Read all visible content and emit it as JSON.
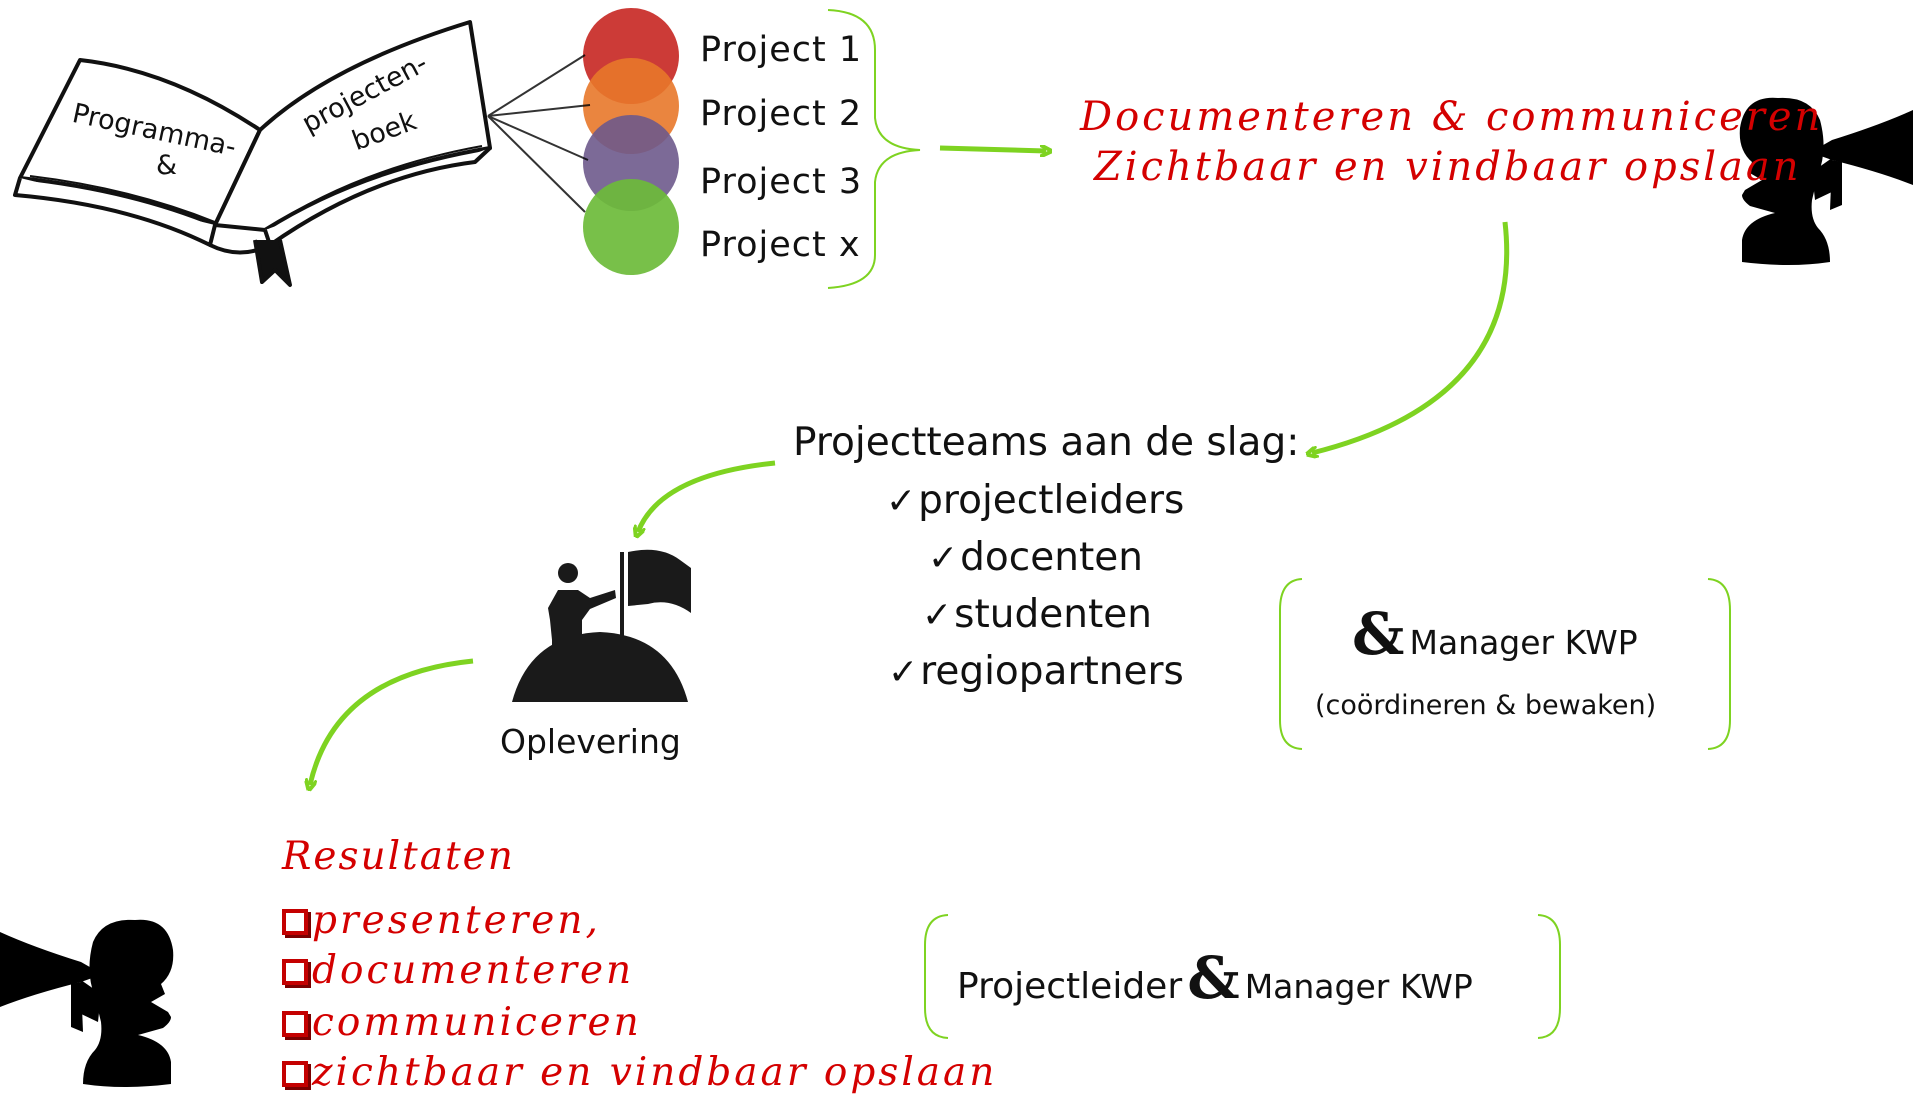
{
  "book": {
    "label_left_1": "Programma-",
    "label_left_2": "&",
    "label_right_1": "projecten-",
    "label_right_2": "boek"
  },
  "projects": [
    {
      "label": "Project  1",
      "color": "#c9302c"
    },
    {
      "label": "Project  2",
      "color": "#e8782a"
    },
    {
      "label": "Project  3",
      "color": "#6e5a8c"
    },
    {
      "label": "Project  x",
      "color": "#6dbb3a"
    }
  ],
  "documenteren": {
    "line1": "Documenteren & communiceren",
    "line2": "Zichtbaar en vindbaar opslaan"
  },
  "teams": {
    "title": "Projectteams aan de slag:",
    "check": "✓",
    "items": [
      "projectleiders",
      "docenten",
      "studenten",
      "regiopartners"
    ]
  },
  "manager_box": {
    "amp": "&",
    "title": "Manager KWP",
    "subtitle": "(coördineren & bewaken)"
  },
  "oplevering": {
    "label": "Oplevering"
  },
  "resultaten": {
    "title": "Resultaten",
    "items": [
      "presenteren,",
      "documenteren",
      "communiceren",
      "zichtbaar en vindbaar opslaan"
    ]
  },
  "leader_box": {
    "part1": "Projectleider",
    "amp": "&",
    "part2": "Manager KWP"
  },
  "colors": {
    "arrow": "#7ed321",
    "accent_red": "#d40000",
    "brace": "#7ed321"
  },
  "icons": {
    "book": "open-book-icon",
    "megaphone": "megaphone-person-icon",
    "summit": "person-flag-summit-icon"
  }
}
